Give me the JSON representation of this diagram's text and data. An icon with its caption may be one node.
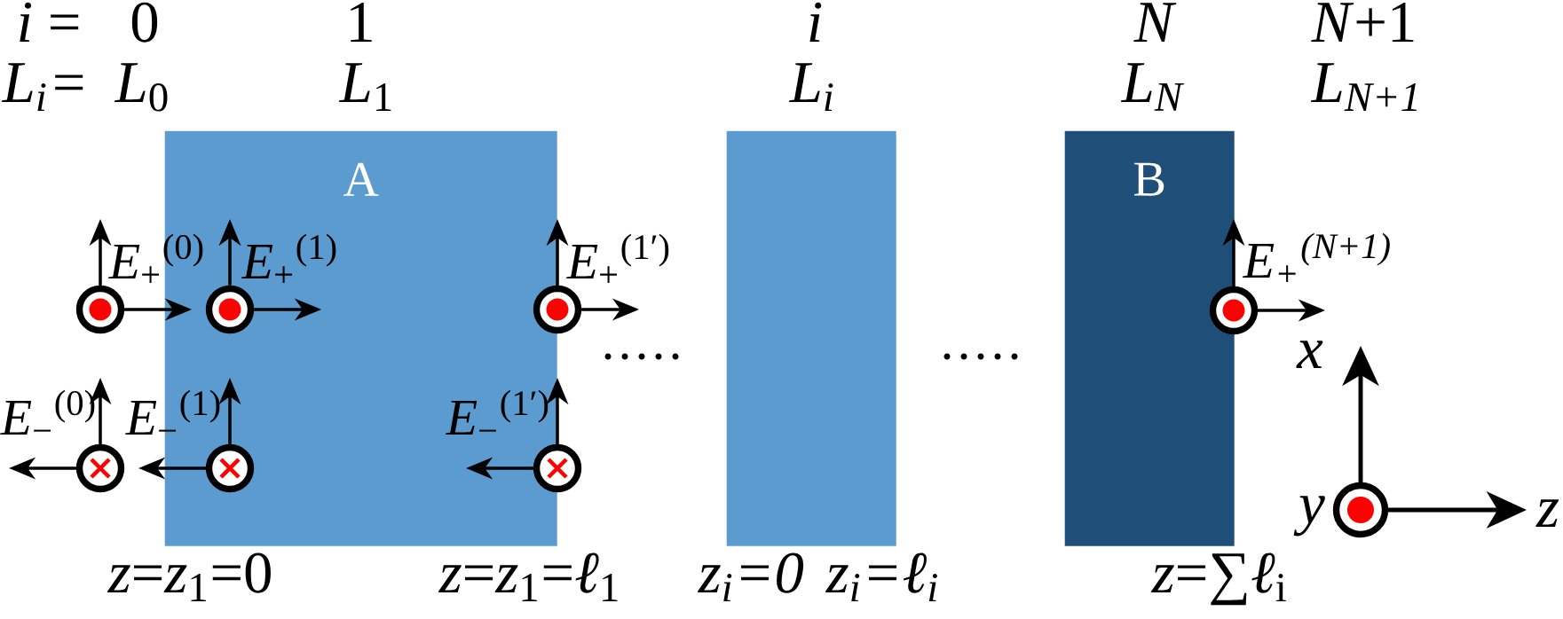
{
  "diagram": {
    "nodes": [
      {
        "text": [
          "A"
        ],
        "beside": [
          "1",
          "*L*$_{1}$"
        ]
      },
      {
        "text": [],
        "shape": "box",
        "beside": [
          "i",
          "L$_{i}$"
        ]
      },
      {
        "text": [
          "B"
        ],
        "beside": [
          "N",
          "L$_{N}$"
        ]
      }
    ],
    "labels": [
      "*i* =",
      "0",
      "*N*+1",
      "L$_{i}$=",
      "*L*$_{0}$",
      "L$_{N+1}$",
      "*E*$_{+}$$^{(0)}$",
      "*E*$_{+}$$^{(1)}$",
      "*E*$_{+}$$^{(1′)}$",
      "E$_{+}$$^{(N+1)}$",
      "x",
      "*E*$_{−}$$^{(0)}$",
      "*E*$_{−}$$^{(1)}$",
      "*E*$_{−}$$^{(1′)}$",
      "y",
      "z",
      "*z*=*z*$_{1}$=0",
      "*z*=*z*$_{1}$=*ℓ*$_{1}$",
      "z$_{i}$=0",
      "z$_{i}$=ℓ$_{i}$",
      "*z*=∑*ℓ*$_{i}$"
    ]
  }
}
